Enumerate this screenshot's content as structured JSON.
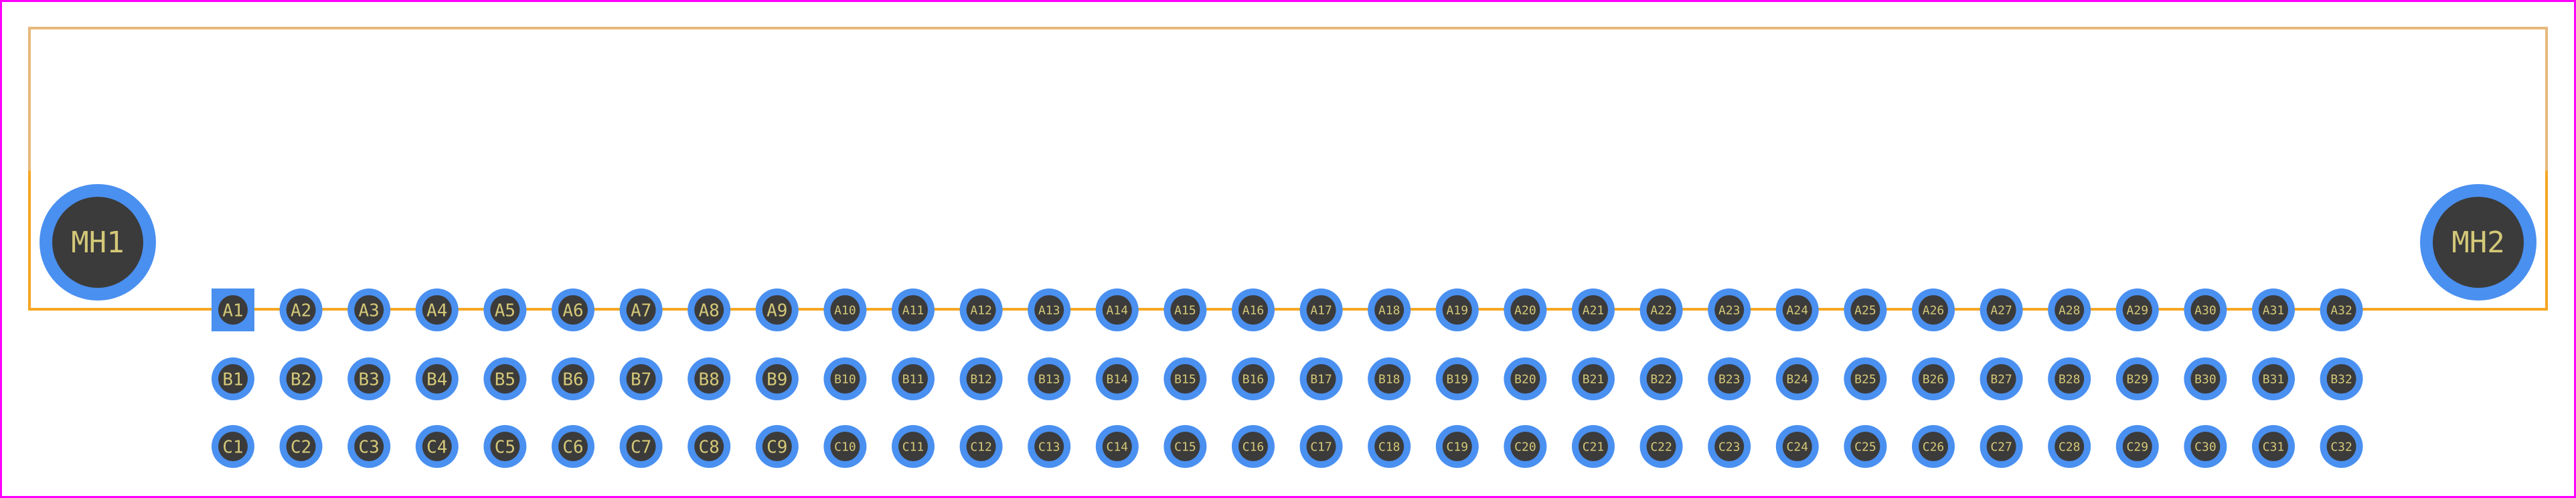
{
  "colors": {
    "background": "#ffffff",
    "frame": "#ff00ff",
    "silkscreen": "#e6b87a",
    "outline_orange": "#f5a623",
    "pad": "#4a90f0",
    "hole": "#3b3b3b",
    "label": "#d4c878"
  },
  "mounting_holes": [
    {
      "label": "MH1"
    },
    {
      "label": "MH2"
    }
  ],
  "pin_rows": [
    {
      "row": "A",
      "pins": [
        "A1",
        "A2",
        "A3",
        "A4",
        "A5",
        "A6",
        "A7",
        "A8",
        "A9",
        "A10",
        "A11",
        "A12",
        "A13",
        "A14",
        "A15",
        "A16",
        "A17",
        "A18",
        "A19",
        "A20",
        "A21",
        "A22",
        "A23",
        "A24",
        "A25",
        "A26",
        "A27",
        "A28",
        "A29",
        "A30",
        "A31",
        "A32"
      ]
    },
    {
      "row": "B",
      "pins": [
        "B1",
        "B2",
        "B3",
        "B4",
        "B5",
        "B6",
        "B7",
        "B8",
        "B9",
        "B10",
        "B11",
        "B12",
        "B13",
        "B14",
        "B15",
        "B16",
        "B17",
        "B18",
        "B19",
        "B20",
        "B21",
        "B22",
        "B23",
        "B24",
        "B25",
        "B26",
        "B27",
        "B28",
        "B29",
        "B30",
        "B31",
        "B32"
      ]
    },
    {
      "row": "C",
      "pins": [
        "C1",
        "C2",
        "C3",
        "C4",
        "C5",
        "C6",
        "C7",
        "C8",
        "C9",
        "C10",
        "C11",
        "C12",
        "C13",
        "C14",
        "C15",
        "C16",
        "C17",
        "C18",
        "C19",
        "C20",
        "C21",
        "C22",
        "C23",
        "C24",
        "C25",
        "C26",
        "C27",
        "C28",
        "C29",
        "C30",
        "C31",
        "C32"
      ]
    }
  ],
  "square_pin": "A1"
}
